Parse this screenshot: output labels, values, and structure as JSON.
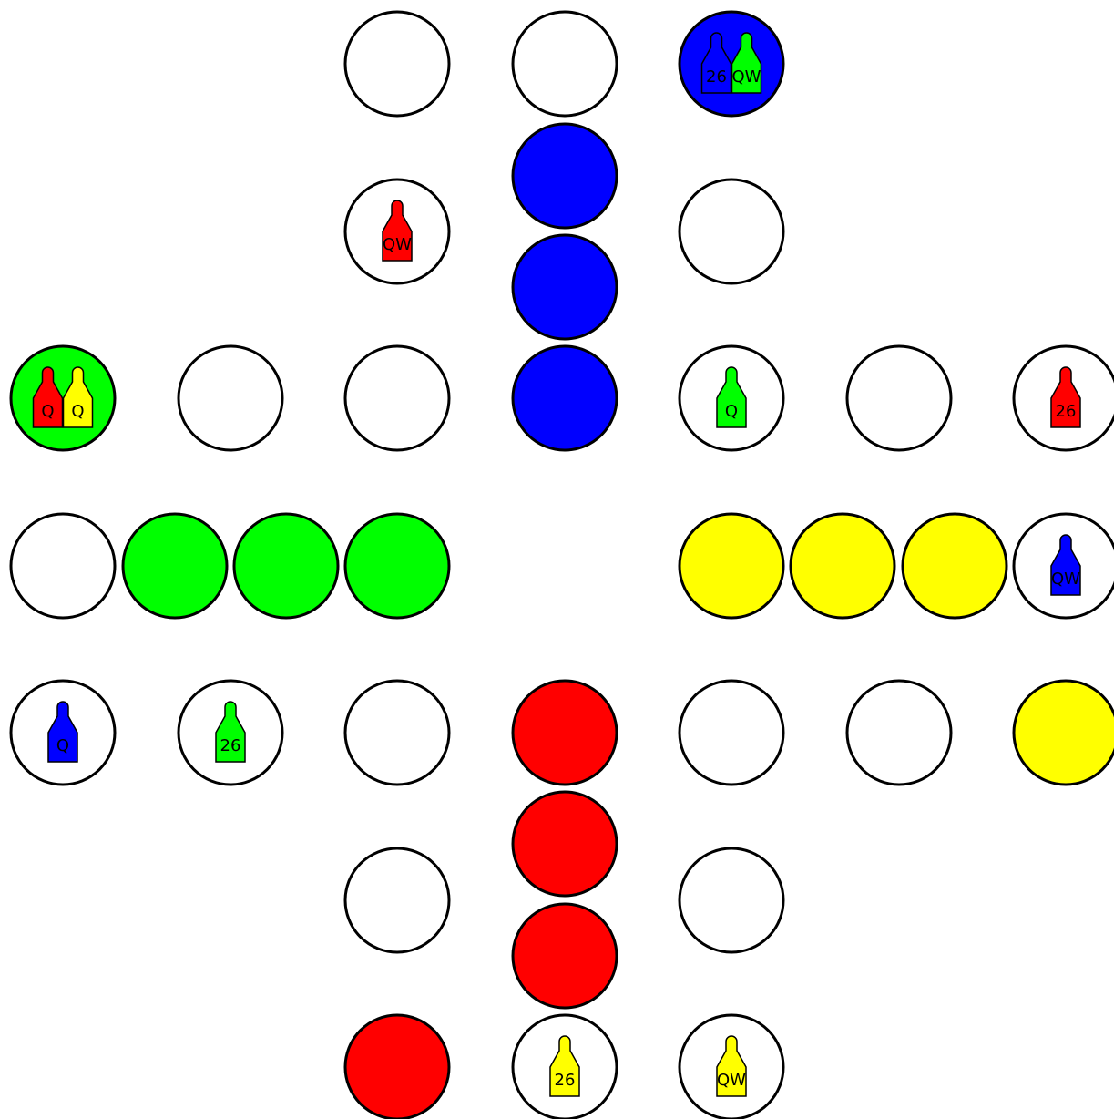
{
  "colors": {
    "empty": "#ffffff",
    "blue": "#0000ff",
    "green": "#00ff00",
    "yellow": "#ffff00",
    "red": "#ff0000",
    "outline": "#000000"
  },
  "board": {
    "spaces": [
      {
        "id": "top-left-1",
        "fill": "empty"
      },
      {
        "id": "top-mid-1",
        "fill": "empty"
      },
      {
        "id": "blue-start",
        "fill": "blue"
      },
      {
        "id": "top-left-2",
        "fill": "empty"
      },
      {
        "id": "blue-home-1",
        "fill": "blue"
      },
      {
        "id": "blue-home-2",
        "fill": "blue"
      },
      {
        "id": "blue-home-3",
        "fill": "blue"
      },
      {
        "id": "top-right-2",
        "fill": "empty"
      },
      {
        "id": "green-start",
        "fill": "green"
      },
      {
        "id": "left-upper-2",
        "fill": "empty"
      },
      {
        "id": "left-upper-3",
        "fill": "empty"
      },
      {
        "id": "right-upper-1",
        "fill": "empty"
      },
      {
        "id": "right-upper-2",
        "fill": "empty"
      },
      {
        "id": "right-upper-3",
        "fill": "empty"
      },
      {
        "id": "left-mid-1",
        "fill": "empty"
      },
      {
        "id": "green-home-1",
        "fill": "green"
      },
      {
        "id": "green-home-2",
        "fill": "green"
      },
      {
        "id": "green-home-3",
        "fill": "green"
      },
      {
        "id": "yellow-home-1",
        "fill": "yellow"
      },
      {
        "id": "yellow-home-2",
        "fill": "yellow"
      },
      {
        "id": "yellow-home-3",
        "fill": "yellow"
      },
      {
        "id": "right-mid-1",
        "fill": "empty"
      },
      {
        "id": "left-lower-1",
        "fill": "empty"
      },
      {
        "id": "left-lower-2",
        "fill": "empty"
      },
      {
        "id": "left-lower-3",
        "fill": "empty"
      },
      {
        "id": "red-home-1",
        "fill": "red"
      },
      {
        "id": "right-lower-1",
        "fill": "empty"
      },
      {
        "id": "right-lower-2",
        "fill": "empty"
      },
      {
        "id": "yellow-start",
        "fill": "yellow"
      },
      {
        "id": "red-home-2",
        "fill": "red"
      },
      {
        "id": "bottom-left-2",
        "fill": "empty"
      },
      {
        "id": "bottom-right-2",
        "fill": "empty"
      },
      {
        "id": "red-home-3",
        "fill": "red"
      },
      {
        "id": "red-start",
        "fill": "red"
      },
      {
        "id": "bottom-mid-1",
        "fill": "empty"
      },
      {
        "id": "bottom-right-1",
        "fill": "empty"
      }
    ],
    "pieces": [
      {
        "space": "blue-start",
        "color": "blue",
        "label": "26"
      },
      {
        "space": "blue-start",
        "color": "green",
        "label": "QW"
      },
      {
        "space": "top-left-2",
        "color": "red",
        "label": "QW"
      },
      {
        "space": "green-start",
        "color": "red",
        "label": "Q"
      },
      {
        "space": "green-start",
        "color": "yellow",
        "label": "Q"
      },
      {
        "space": "right-upper-1",
        "color": "green",
        "label": "Q"
      },
      {
        "space": "right-upper-3",
        "color": "red",
        "label": "26"
      },
      {
        "space": "right-mid-1",
        "color": "blue",
        "label": "QW"
      },
      {
        "space": "left-lower-1",
        "color": "blue",
        "label": "Q"
      },
      {
        "space": "left-lower-2",
        "color": "green",
        "label": "26"
      },
      {
        "space": "bottom-mid-1",
        "color": "yellow",
        "label": "26"
      },
      {
        "space": "bottom-right-1",
        "color": "yellow",
        "label": "QW"
      }
    ]
  }
}
